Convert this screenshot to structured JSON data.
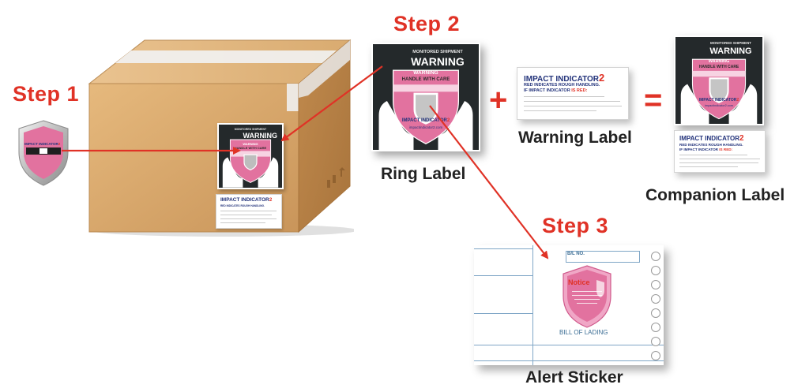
{
  "steps": {
    "step1": "Step 1",
    "step2": "Step 2",
    "step3": "Step 3"
  },
  "captions": {
    "ring_label": "Ring Label",
    "warning_label": "Warning Label",
    "companion_label": "Companion Label",
    "alert_sticker": "Alert Sticker"
  },
  "symbols": {
    "plus": "+",
    "equals": "="
  },
  "ring_label": {
    "monitored": "MONITORED SHIPMENT",
    "warning_title": "WARNING",
    "shield_warning": "WARNING",
    "handle_with_care": "HANDLE WITH CARE",
    "brand": "IMPACT INDICATOR",
    "brand_mark": "2",
    "website": "impactindicator2.com"
  },
  "warning_label": {
    "brand": "IMPACT INDICATOR",
    "brand_mark": "2",
    "line1": "RED INDICATES ROUGH HANDLING.",
    "line2_prefix": "IF IMPACT INDICATOR",
    "line2_suffix": "IS RED:"
  },
  "indicator_badge": {
    "brand": "IMPACT INDICATOR",
    "brand_mark": "2"
  },
  "alert_sticker": {
    "bill_no": "B/L NO.",
    "notice": "Notice",
    "bill_of_lading": "BILL OF LADING"
  },
  "colors": {
    "arrow_red": "#e03226",
    "shield_pink": "#e2729f",
    "label_dark": "#24292b",
    "brand_navy": "#22327a",
    "box_cardboard": "#d7a76a"
  },
  "icons": [
    "shield-icon",
    "hands-icon",
    "box-icon",
    "arrow-icon"
  ]
}
